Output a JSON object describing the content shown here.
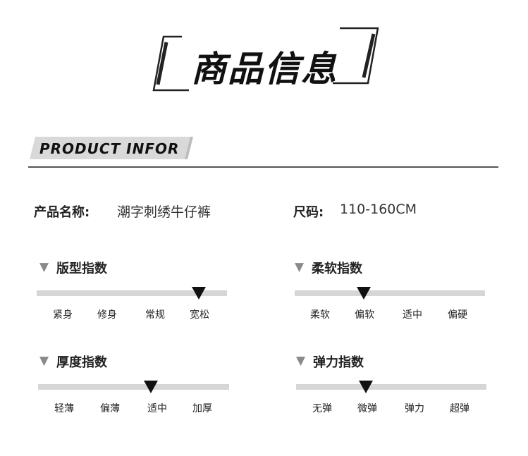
{
  "title": "商品信息",
  "banner": "PRODUCT INFOR",
  "info": {
    "name_label": "产品名称:",
    "name_value": "潮字刺绣牛仔裤",
    "size_label": "尺码:",
    "size_value": "110-160CM"
  },
  "indices": [
    {
      "title": "版型指数",
      "options": [
        "紧身",
        "修身",
        "常规",
        "宽松"
      ],
      "selected": "宽松"
    },
    {
      "title": "柔软指数",
      "options": [
        "柔软",
        "偏软",
        "适中",
        "偏硬"
      ],
      "selected": "偏软"
    },
    {
      "title": "厚度指数",
      "options": [
        "轻薄",
        "偏薄",
        "适中",
        "加厚"
      ],
      "selected": "适中"
    },
    {
      "title": "弹力指数",
      "options": [
        "无弹",
        "微弹",
        "弹力",
        "超弹"
      ],
      "selected": "微弹"
    }
  ],
  "colors": {
    "text": "#111111",
    "bar": "#d6d6d6",
    "banner_bg": "#d9d9d9",
    "triangle": "#8a8a8a"
  },
  "icons": {
    "section_marker": "down-triangle-icon",
    "level_marker": "down-triangle-marker-icon"
  }
}
